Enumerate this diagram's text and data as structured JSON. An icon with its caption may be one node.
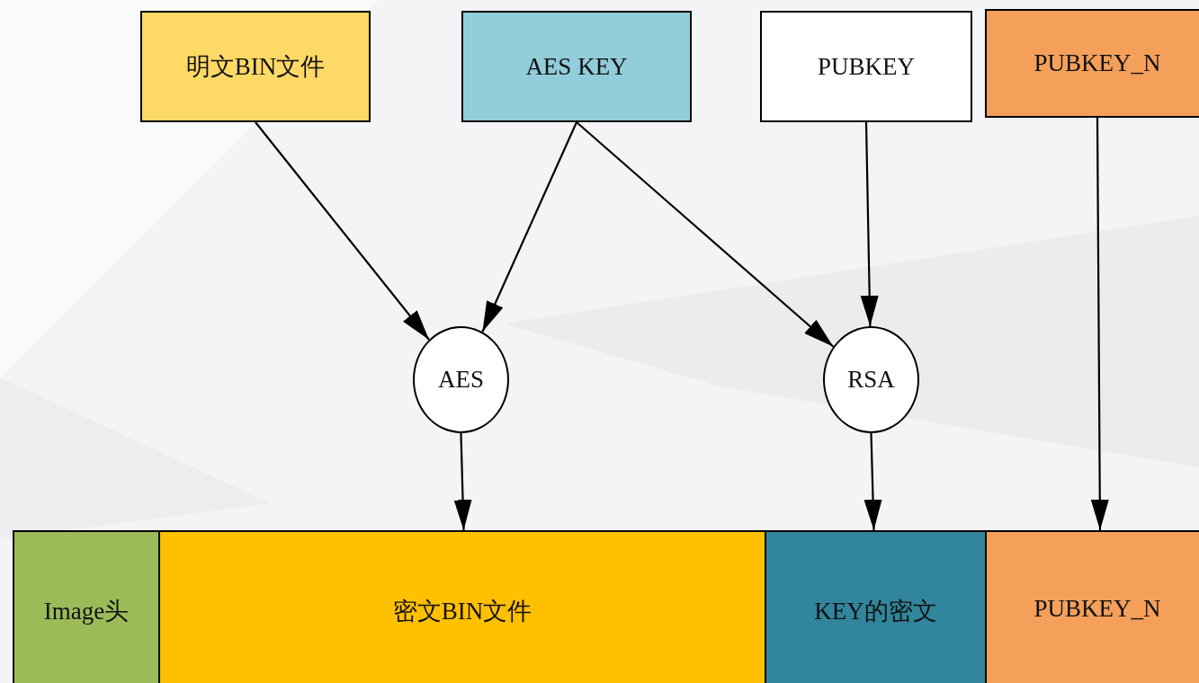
{
  "diagram": {
    "nodes": [
      {
        "text": [
          "明文BIN文件"
        ]
      },
      {
        "text": [
          "AES KEY"
        ]
      },
      {
        "text": [
          "PUBKEY"
        ]
      },
      {
        "text": [
          "PUBKEY_N"
        ]
      },
      {
        "text": [
          "AES"
        ]
      },
      {
        "text": [
          "RSA"
        ]
      },
      {
        "text": [
          "Image头"
        ]
      },
      {
        "text": [
          "密文BIN文件"
        ]
      },
      {
        "text": [
          "KEY的密文"
        ]
      },
      {
        "text": [
          "PUBKEY_N"
        ]
      }
    ],
    "edges": [
      {
        "from": 0,
        "to": 4,
        "arrow": "to"
      },
      {
        "from": 1,
        "to": 4,
        "arrow": "to"
      },
      {
        "from": 1,
        "to": 5,
        "arrow": "to"
      },
      {
        "from": 2,
        "to": 5,
        "arrow": "to"
      },
      {
        "from": 4,
        "to": 7,
        "arrow": "to"
      },
      {
        "from": 5,
        "to": 8,
        "arrow": "to"
      },
      {
        "from": 3,
        "to": 9,
        "arrow": "to"
      }
    ]
  }
}
